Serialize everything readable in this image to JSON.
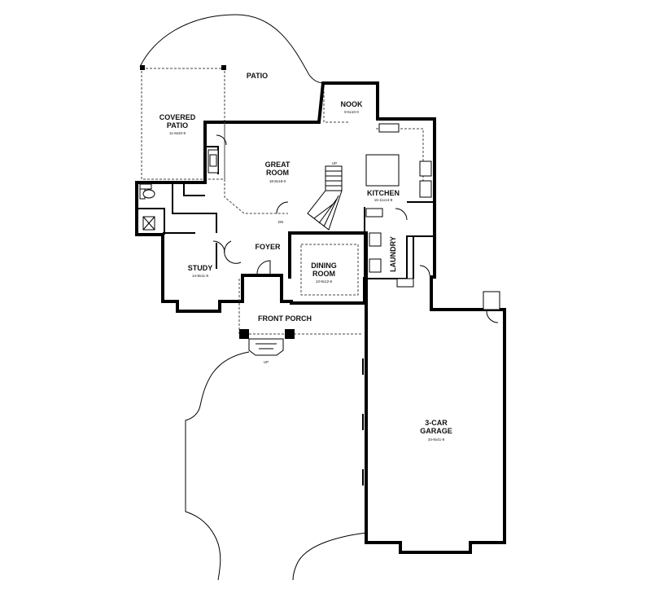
{
  "rooms": {
    "patio": {
      "name": "PATIO"
    },
    "covered_patio": {
      "name_line1": "COVERED",
      "name_line2": "PATIO",
      "dims": "11-8x20-9"
    },
    "nook": {
      "name": "NOOK",
      "dims": "9-5x10-0"
    },
    "great_room": {
      "name_line1": "GREAT",
      "name_line2": "ROOM",
      "dims": "18-8x18-0"
    },
    "kitchen": {
      "name": "KITCHEN",
      "dims": "15-11x14-8"
    },
    "study": {
      "name": "STUDY",
      "dims": "14-8x11-8"
    },
    "foyer": {
      "name": "FOYER"
    },
    "dining_room": {
      "name_line1": "DINING",
      "name_line2": "ROOM",
      "dims": "13-8x12-6"
    },
    "laundry": {
      "name": "LAUNDRY"
    },
    "front_porch": {
      "name": "FRONT PORCH"
    },
    "garage": {
      "name_line1": "3-CAR",
      "name_line2": "GARAGE",
      "dims": "34-8x41-8"
    }
  },
  "stairs": {
    "up_label": "UP",
    "dn_label": "DN"
  },
  "porch_steps": {
    "up_label": "UP"
  }
}
